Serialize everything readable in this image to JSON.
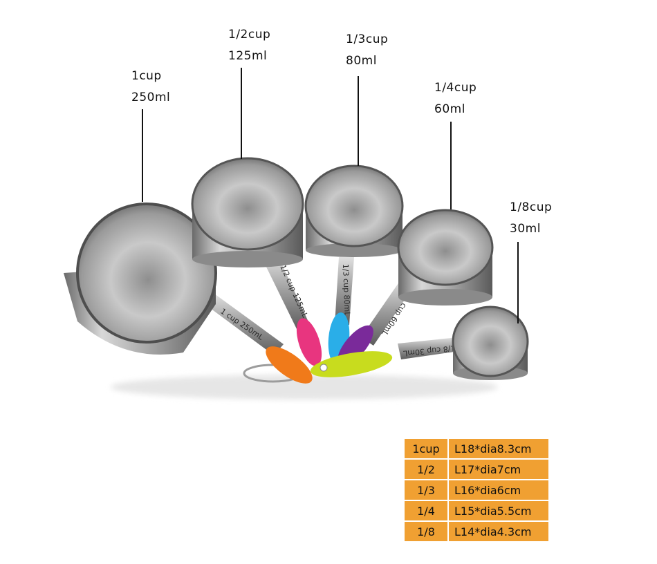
{
  "labels": [
    {
      "cup": "1cup",
      "ml": "250ml"
    },
    {
      "cup": "1/2cup",
      "ml": "125ml"
    },
    {
      "cup": "1/3cup",
      "ml": "80ml"
    },
    {
      "cup": "1/4cup",
      "ml": "60ml"
    },
    {
      "cup": "1/8cup",
      "ml": "30ml"
    }
  ],
  "engravings": [
    "1 cup 250mL",
    "1/2 cup 125mL",
    "1/3 cup 80mL",
    "1/4 cup 60mL",
    "1/8 cup 30mL"
  ],
  "size_table": [
    {
      "size": "1cup",
      "dims": "L18*dia8.3cm"
    },
    {
      "size": "1/2",
      "dims": "L17*dia7cm"
    },
    {
      "size": "1/3",
      "dims": "L16*dia6cm"
    },
    {
      "size": "1/4",
      "dims": "L15*dia5.5cm"
    },
    {
      "size": "1/8",
      "dims": "L14*dia4.3cm"
    }
  ],
  "colors": {
    "handle_orange": "#f07a1a",
    "handle_pink": "#e8357f",
    "handle_blue": "#2aaee8",
    "handle_purple": "#7a2a9a",
    "handle_lime": "#c8dc1e",
    "table_fill": "#f0a032"
  }
}
